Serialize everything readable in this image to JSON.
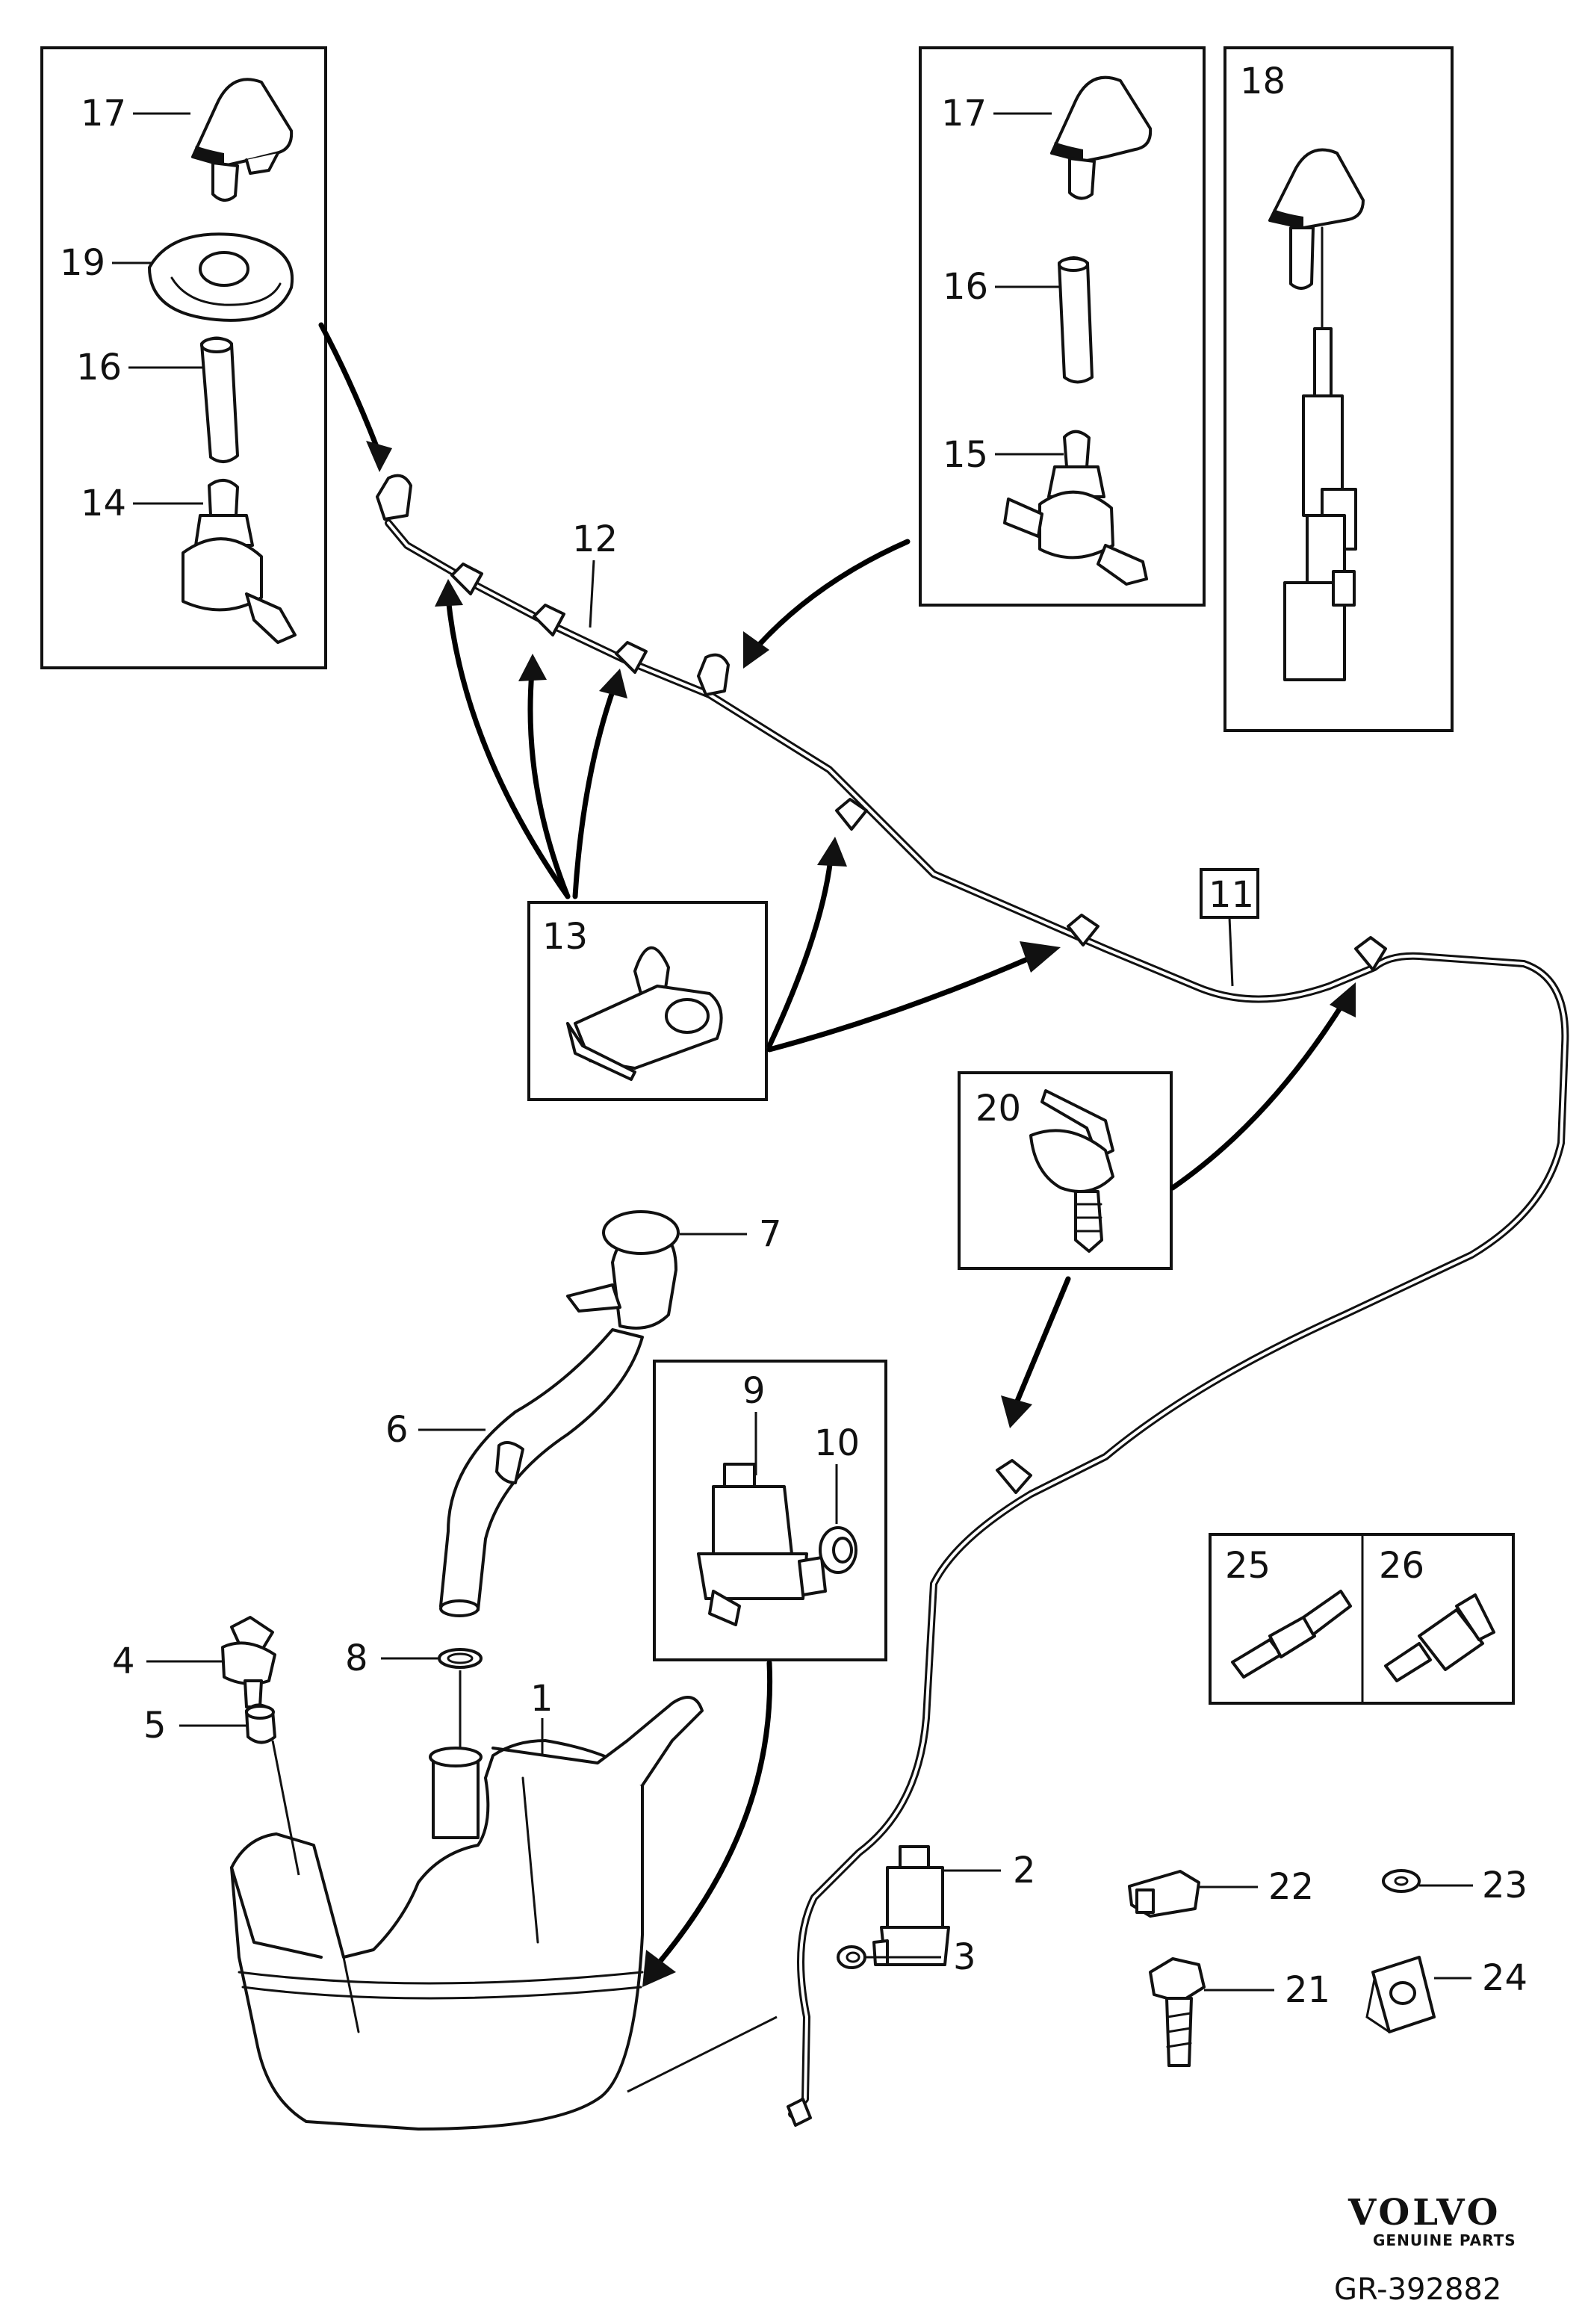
{
  "callouts": {
    "c1": "1",
    "c2": "2",
    "c3": "3",
    "c4": "4",
    "c5": "5",
    "c6": "6",
    "c7": "7",
    "c8": "8",
    "c9": "9",
    "c10": "10",
    "c11": "11",
    "c12": "12",
    "c13": "13",
    "c14": "14",
    "c15": "15",
    "c16a": "16",
    "c16b": "16",
    "c17a": "17",
    "c17b": "17",
    "c18": "18",
    "c19": "19",
    "c20": "20",
    "c21": "21",
    "c22": "22",
    "c23": "23",
    "c24": "24",
    "c25": "25",
    "c26": "26"
  },
  "branding": {
    "logo_word": "VOLVO",
    "logo_tagline": "GENUINE PARTS",
    "reference": "GR-392882"
  },
  "colors": {
    "line": "#111111",
    "background": "#ffffff"
  }
}
